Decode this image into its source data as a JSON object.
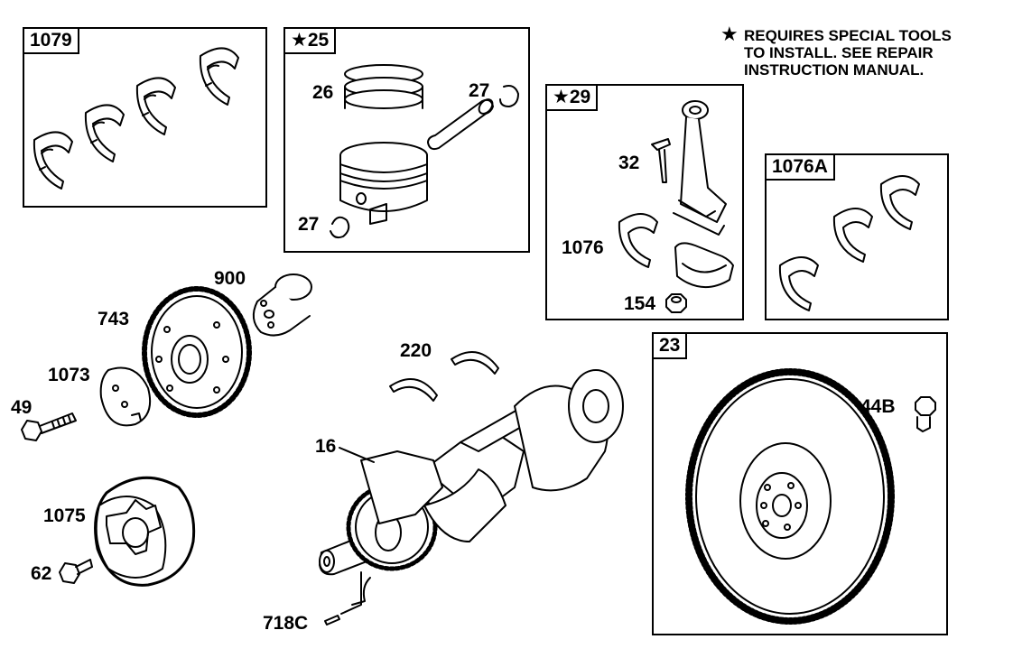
{
  "note": {
    "symbol": "★",
    "lines": [
      "REQUIRES SPECIAL TOOLS",
      "TO INSTALL.  SEE REPAIR",
      "INSTRUCTION MANUAL."
    ]
  },
  "boxes": {
    "b1079": "1079",
    "b25": "★25",
    "b29": "★29",
    "b1076a": "1076A",
    "b23": "23"
  },
  "labels": {
    "p26": "26",
    "p27a": "27",
    "p27b": "27",
    "p32": "32",
    "p1076": "1076",
    "p154": "154",
    "p900": "900",
    "p743": "743",
    "p1073": "1073",
    "p49": "49",
    "p220": "220",
    "p16": "16",
    "p1075": "1075",
    "p62": "62",
    "p718c": "718C",
    "p44b": "44B"
  }
}
